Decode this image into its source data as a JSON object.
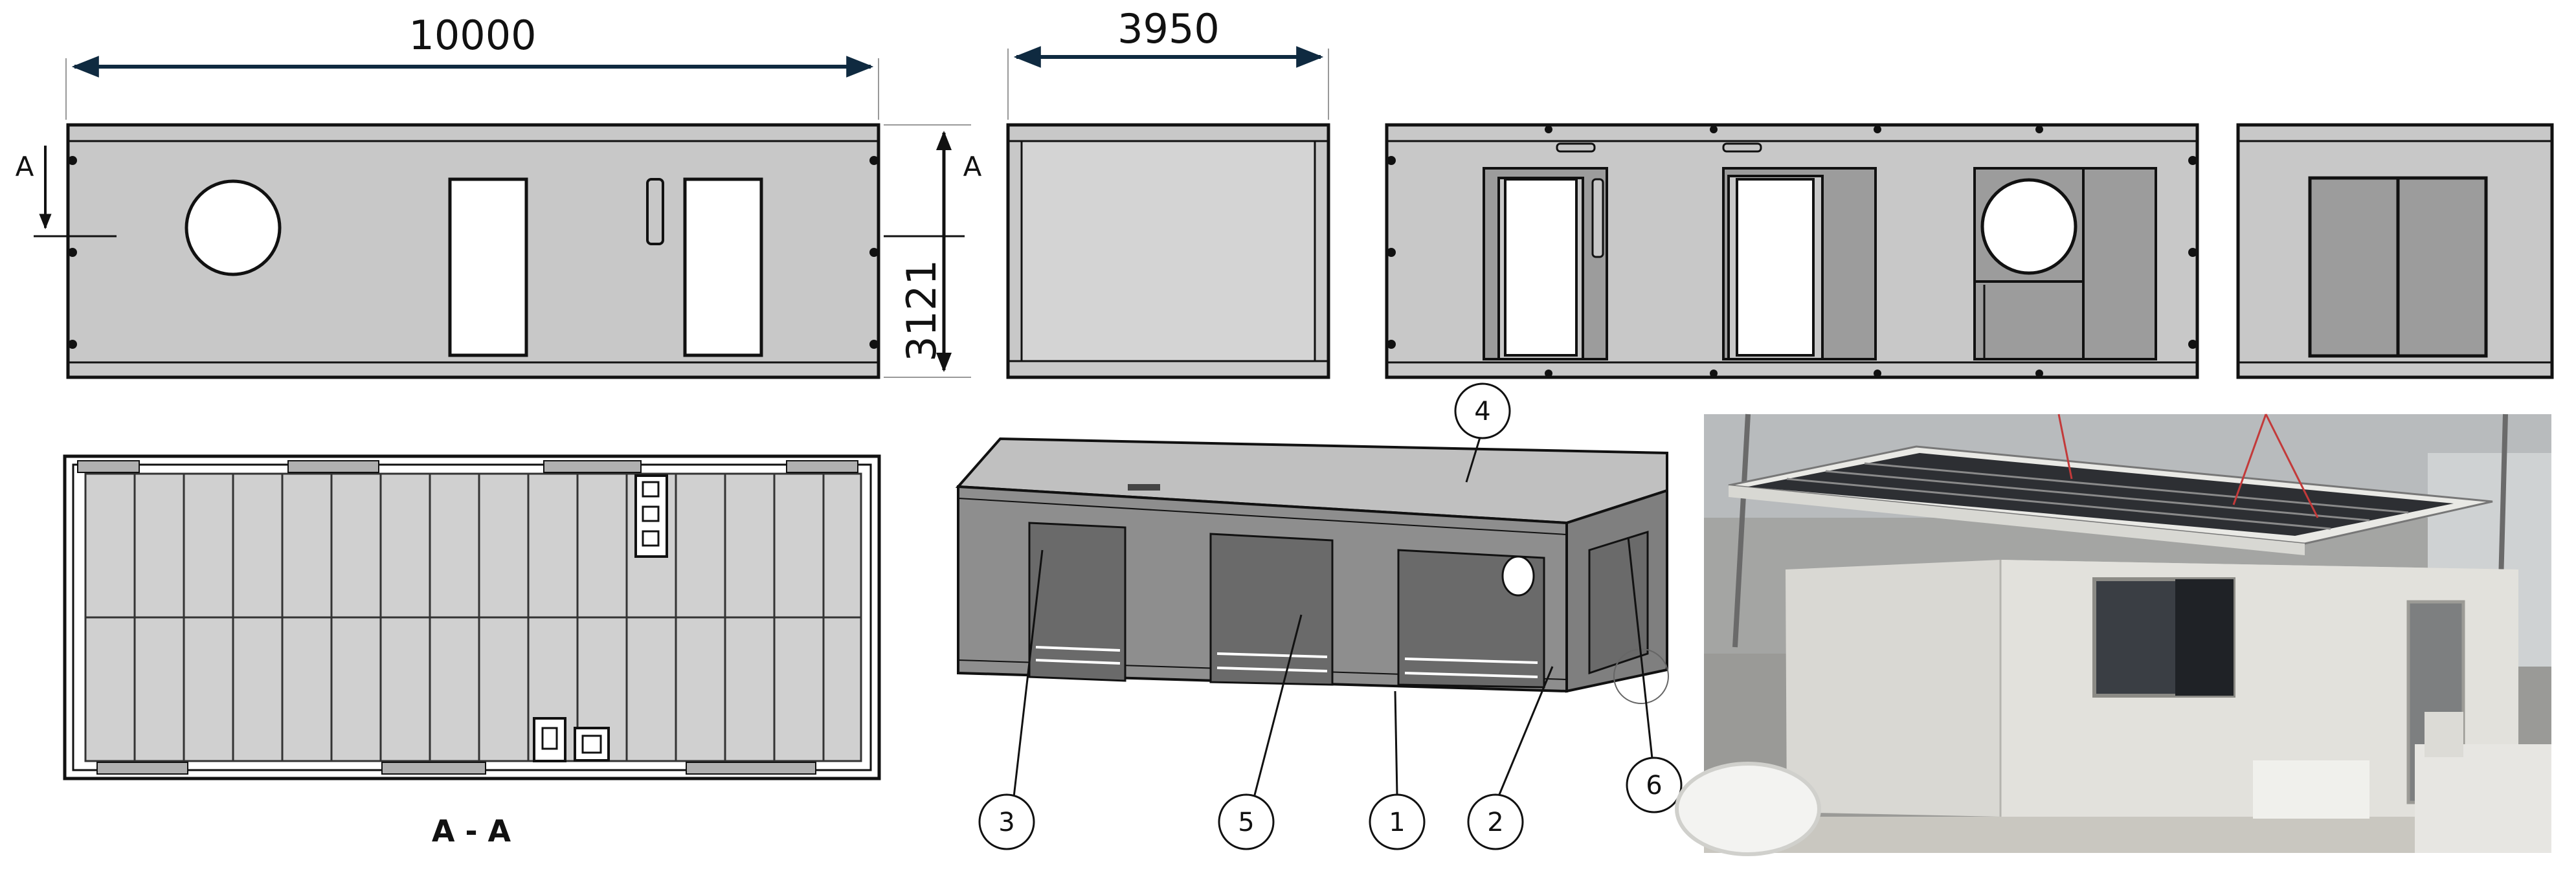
{
  "dimensions": {
    "length": "10000",
    "width": "3950",
    "height": "3121"
  },
  "section": {
    "marker": "A",
    "title": "A - A"
  },
  "callouts": [
    "1",
    "2",
    "3",
    "4",
    "5",
    "6"
  ],
  "colors": {
    "panel": "#c8c8c8",
    "panel_dark": "#9c9c9c",
    "line": "#111111",
    "dimension": "#0f2a40",
    "opening": "#ffffff"
  }
}
